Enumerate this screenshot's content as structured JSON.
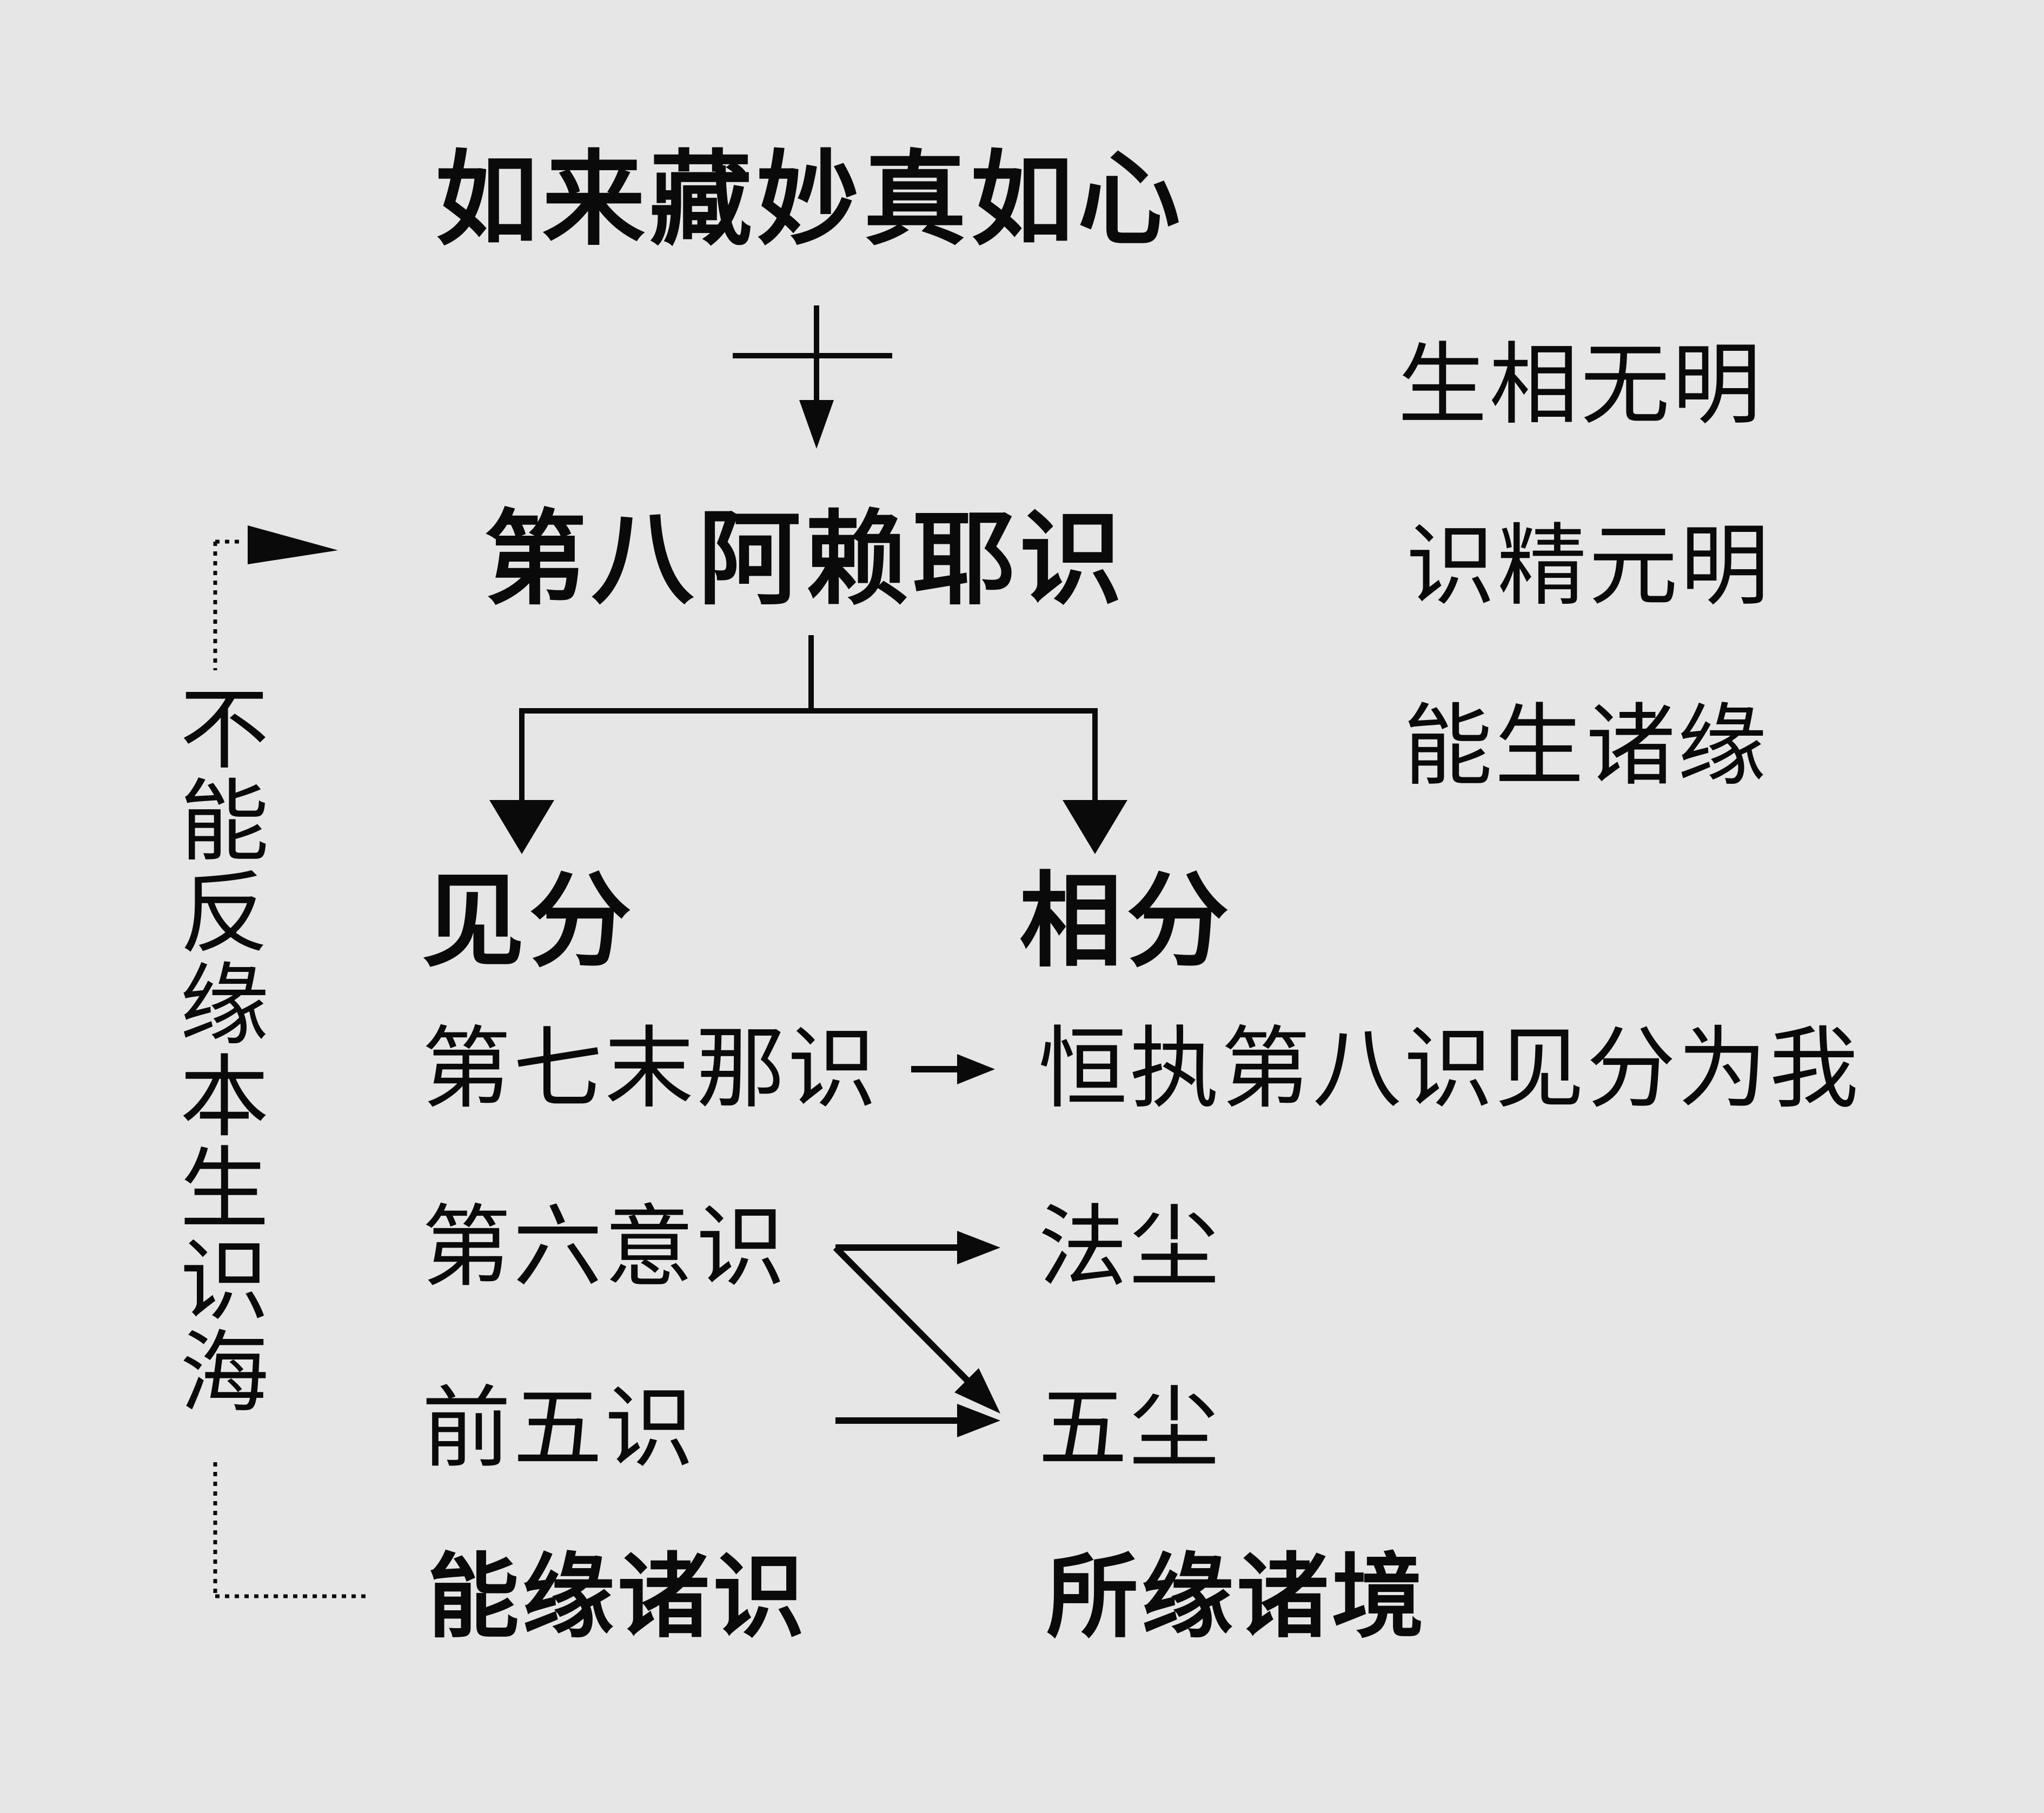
{
  "root": "如来藏妙真如心",
  "alaya": "第八阿赖耶识",
  "right_notes": [
    "生相无明",
    "识精元明",
    "能生诸缘"
  ],
  "seeing_part": "见分",
  "image_part": "相分",
  "manas": "第七末那识",
  "manas_target": "恒执第八识见分为我",
  "sixth": "第六意识",
  "dharma_dust": "法尘",
  "five": "前五识",
  "five_dust": "五尘",
  "left_bottom": "能缘诸识",
  "right_bottom": "所缘诸境",
  "side_text": "不能反缘本生识海"
}
